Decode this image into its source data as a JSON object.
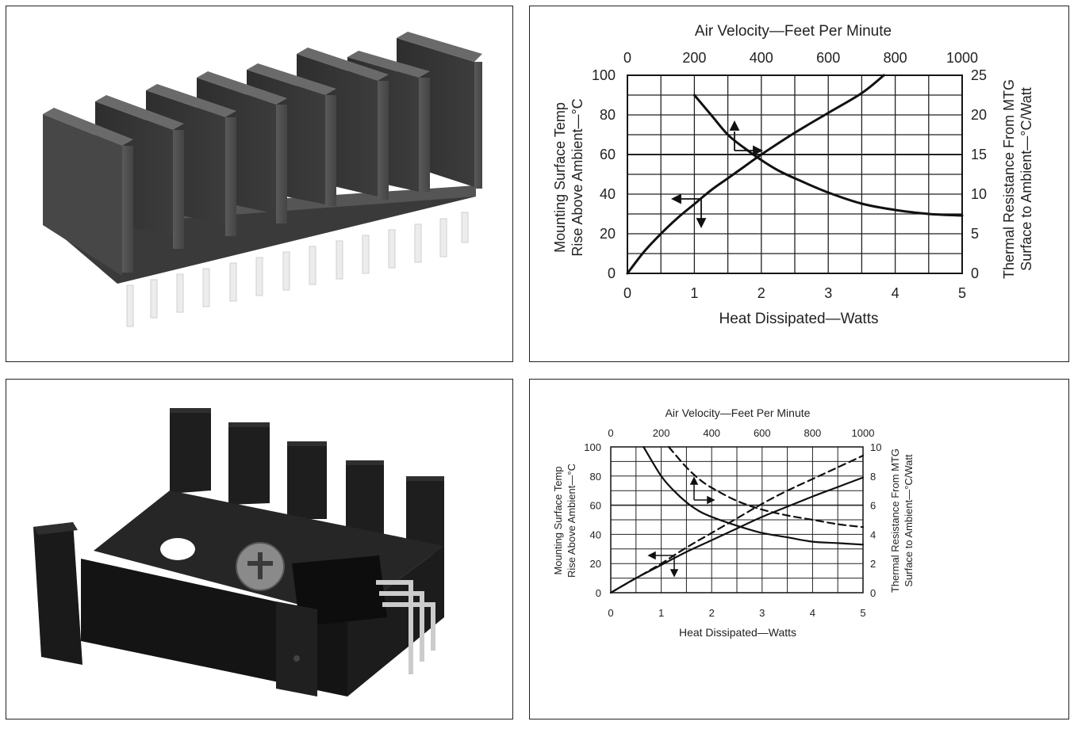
{
  "chart_data": [
    {
      "type": "line",
      "x_top_label": "Air Velocity—Feet Per Minute",
      "xlabel": "Heat Dissipated—Watts",
      "ylabel_left_line1": "Mounting Surface Temp",
      "ylabel_left_line2": "Rise Above Ambient—°C",
      "ylabel_right_line1": "Thermal Resistance From MTG",
      "ylabel_right_line2": "Surface to Ambient—°C/Watt",
      "xlim": [
        0,
        5
      ],
      "ylim_left": [
        0,
        100
      ],
      "ylim_right": [
        0,
        25
      ],
      "top_axis_range": [
        0,
        1000
      ],
      "x_ticks": [
        "0",
        "1",
        "2",
        "3",
        "4",
        "5"
      ],
      "top_ticks": [
        "0",
        "200",
        "400",
        "600",
        "800",
        "1000"
      ],
      "y_left_ticks": [
        "0",
        "20",
        "40",
        "60",
        "80",
        "100"
      ],
      "y_right_ticks": [
        "0",
        "5",
        "10",
        "15",
        "20",
        "25"
      ],
      "grid": true,
      "series": [
        {
          "axis": "left",
          "style": "solid",
          "x": [
            0,
            0.25,
            0.5,
            0.75,
            1,
            1.25,
            1.5,
            1.75,
            2,
            2.5,
            3,
            3.5,
            3.83
          ],
          "y": [
            0,
            11,
            20,
            28,
            35,
            42,
            48,
            54,
            60,
            71,
            81,
            91,
            100
          ]
        },
        {
          "axis": "top-right",
          "style": "solid",
          "x": [
            200,
            250,
            300,
            350,
            400,
            450,
            500,
            600,
            700,
            800,
            900,
            1000
          ],
          "y": [
            22.5,
            20,
            17.5,
            15.8,
            14.3,
            13,
            12,
            10.2,
            8.8,
            8,
            7.5,
            7.3
          ]
        }
      ]
    },
    {
      "type": "line",
      "x_top_label": "Air Velocity—Feet Per Minute",
      "xlabel": "Heat Dissipated—Watts",
      "ylabel_left_line1": "Mounting Surface Temp",
      "ylabel_left_line2": "Rise Above Ambient—°C",
      "ylabel_right_line1": "Thermal Resistance From MTG",
      "ylabel_right_line2": "Surface to Ambient—°C/Watt",
      "xlim": [
        0,
        5
      ],
      "ylim_left": [
        0,
        100
      ],
      "ylim_right": [
        0,
        10
      ],
      "top_axis_range": [
        0,
        1000
      ],
      "x_ticks": [
        "0",
        "1",
        "2",
        "3",
        "4",
        "5"
      ],
      "top_ticks": [
        "0",
        "200",
        "400",
        "600",
        "800",
        "1000"
      ],
      "y_left_ticks": [
        "0",
        "20",
        "40",
        "60",
        "80",
        "100"
      ],
      "y_right_ticks": [
        "0",
        "2",
        "4",
        "6",
        "8",
        "10"
      ],
      "grid": true,
      "series": [
        {
          "axis": "left",
          "style": "solid",
          "x": [
            0,
            0.5,
            1,
            1.5,
            2,
            2.5,
            3,
            3.5,
            4,
            4.5,
            5
          ],
          "y": [
            0,
            10,
            19,
            28,
            36,
            44,
            52,
            59,
            66,
            72.5,
            79
          ]
        },
        {
          "axis": "left",
          "style": "dashed",
          "x": [
            0,
            0.5,
            1,
            1.5,
            2,
            2.5,
            3,
            3.5,
            4,
            4.5,
            5
          ],
          "y": [
            0,
            10,
            20,
            31,
            41,
            51,
            61,
            70,
            78,
            86,
            94
          ]
        },
        {
          "axis": "top-right",
          "style": "solid",
          "x": [
            130,
            200,
            250,
            300,
            350,
            400,
            500,
            600,
            700,
            800,
            900,
            1000
          ],
          "y": [
            10,
            8,
            7,
            6.2,
            5.6,
            5.2,
            4.6,
            4.1,
            3.8,
            3.5,
            3.4,
            3.3
          ]
        },
        {
          "axis": "top-right",
          "style": "dashed",
          "x": [
            230,
            300,
            350,
            400,
            500,
            600,
            700,
            800,
            900,
            1000
          ],
          "y": [
            10,
            8.6,
            7.8,
            7.2,
            6.3,
            5.7,
            5.3,
            5,
            4.7,
            4.5
          ]
        }
      ]
    }
  ]
}
